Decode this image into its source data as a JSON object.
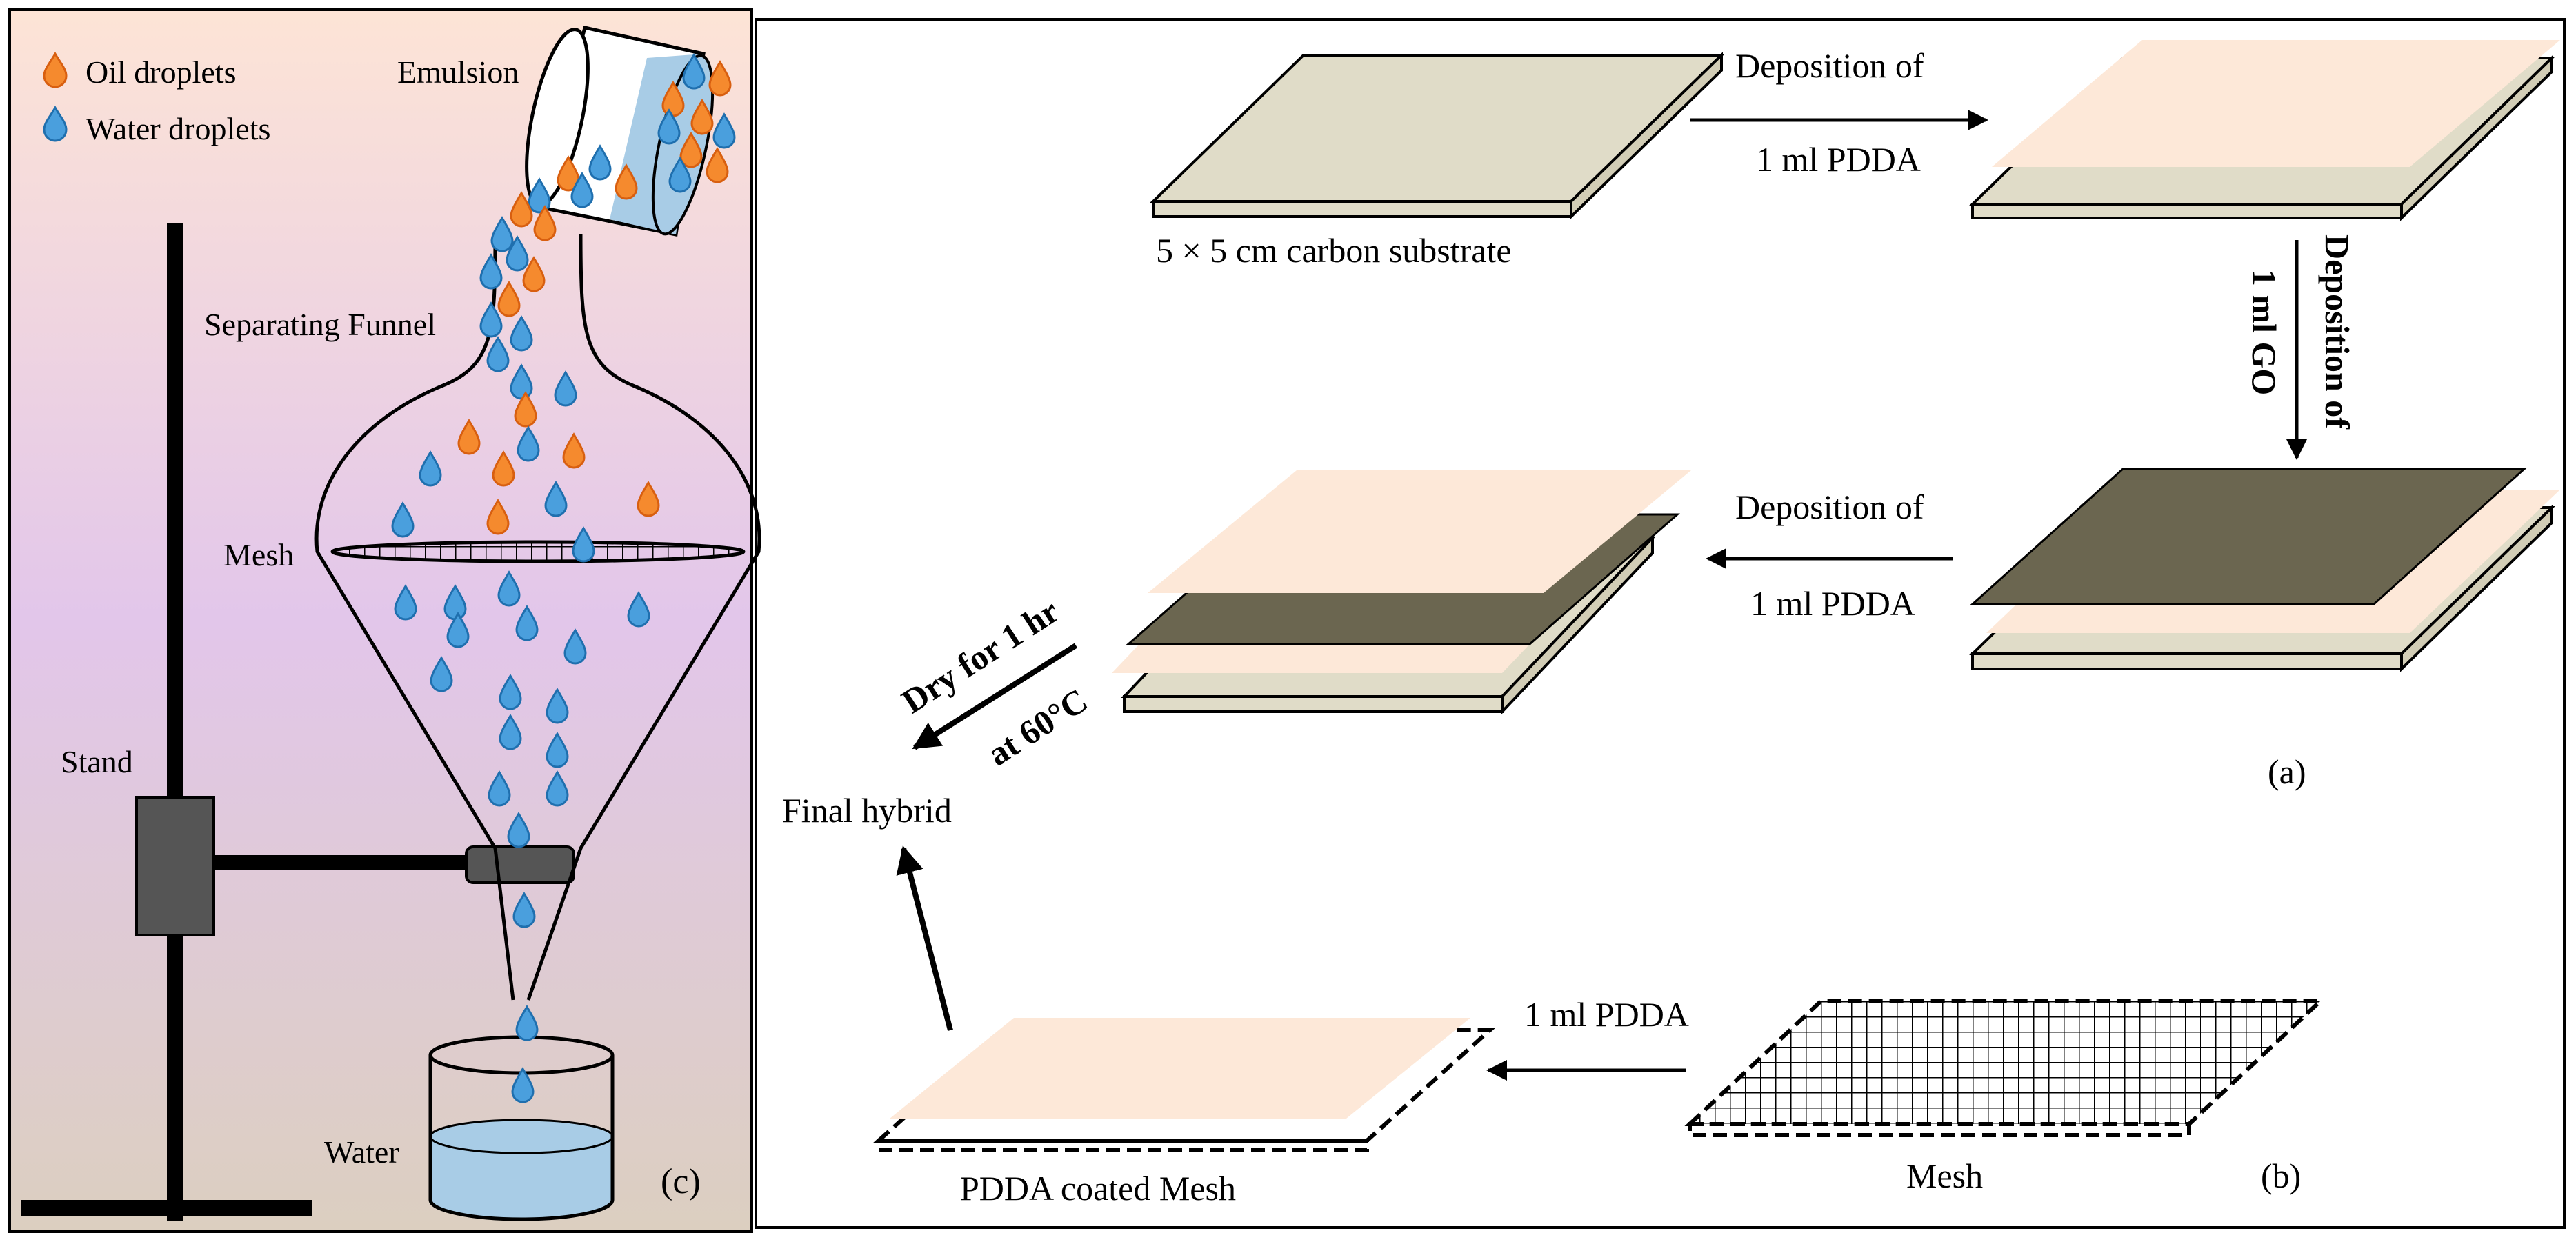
{
  "legend": {
    "oil": "Oil droplets",
    "water": "Water droplets"
  },
  "left_panel": {
    "emulsion": "Emulsion",
    "separating_funnel": "Separating Funnel",
    "mesh": "Mesh",
    "stand": "Stand",
    "water": "Water",
    "panel_label": "(c)"
  },
  "right_panel": {
    "substrate": "5 × 5 cm carbon substrate",
    "step1_line1": "Deposition of",
    "step1_line2": "1 ml PDDA",
    "step2_line1": "Deposition of",
    "step2_line2": "1 ml GO",
    "step3_line1": "Deposition of",
    "step3_line2": "1 ml PDDA",
    "dry_line1": "Dry for 1 hr",
    "dry_line2": "at 60°C",
    "final_hybrid": "Final hybrid",
    "label_a": "(a)",
    "mesh_pdda": "1 ml PDDA",
    "mesh": "Mesh",
    "pdda_coated_mesh": "PDDA coated Mesh",
    "label_b": "(b)"
  },
  "colors": {
    "oil_droplet": "#f58a2e",
    "water_droplet": "#4a9fdd",
    "carbon_substrate": "#e0dcc8",
    "pdda_layer": "#fde8d8",
    "go_layer": "#6b6650",
    "stand": "#555555",
    "water_fill": "#a8cce6",
    "bg_top": "#fde3d6",
    "bg_mid": "#e0c4ea",
    "bg_bottom": "#dbcfc3"
  }
}
